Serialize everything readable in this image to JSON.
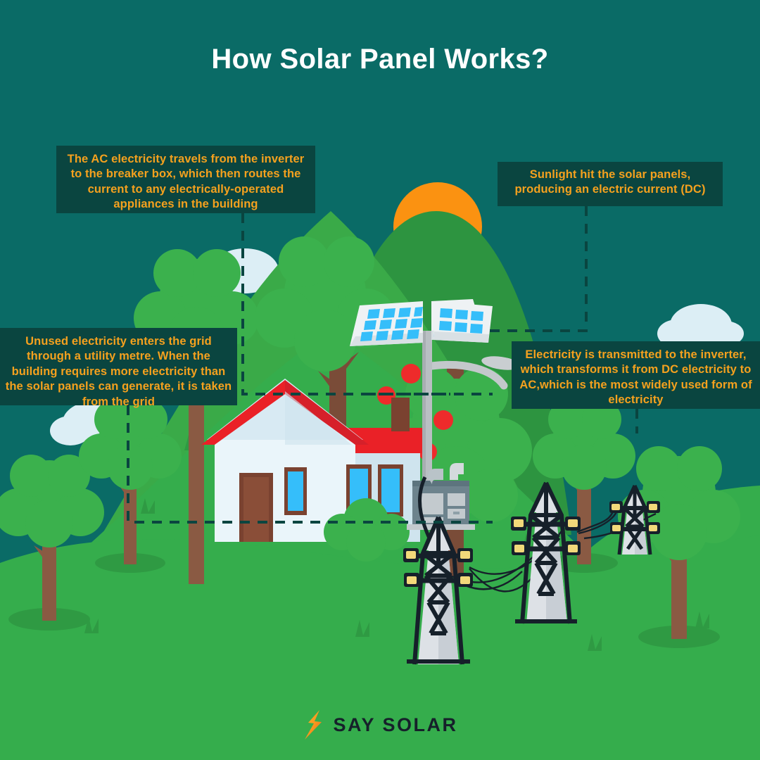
{
  "title": "How Solar Panel Works?",
  "colors": {
    "sky_teal": "#0a6b66",
    "box_bg": "#0a4540",
    "box_text": "#f5a11e",
    "sun": "#fb9211",
    "ground_green": "#35ad4c",
    "hill_green": "#3aaa48",
    "tree_green": "#3bb14d",
    "roof_red": "#ea2127",
    "house_wall": "#e4f1f7",
    "panel_cell": "#35befa",
    "cloud": "#dceef5",
    "tower_black": "#0d1418",
    "dash_line": "#0a4540",
    "title_white": "#ffffff",
    "logo_text": "#16202a",
    "logo_bolt": "#f7941e"
  },
  "callouts": [
    {
      "id": "ac-electricity",
      "text": "The AC electricity travels from the inverter to the breaker box, which then routes the current to any electrically-operated appliances in the building"
    },
    {
      "id": "sunlight",
      "text": "Sunlight hit the solar panels, producing an electric current (DC)"
    },
    {
      "id": "unused-electricity",
      "text": "Unused electricity enters the grid through a utility metre. When the building requires more electricity than the solar panels can generate, it is taken from the grid"
    },
    {
      "id": "inverter",
      "text": "Electricity is transmitted to the inverter, which transforms it from DC electricity to AC,which is the most widely used form of electricity"
    }
  ],
  "logo": {
    "text": "SAY SOLAR",
    "icon": "lightning-bolt-icon"
  },
  "scene_objects": [
    "sun",
    "clouds",
    "mountain",
    "trees",
    "house",
    "solar-panel-array",
    "street-lamp",
    "inverter-unit",
    "transmission-towers",
    "power-lines",
    "dashed-connector-lines",
    "grass-tufts"
  ]
}
